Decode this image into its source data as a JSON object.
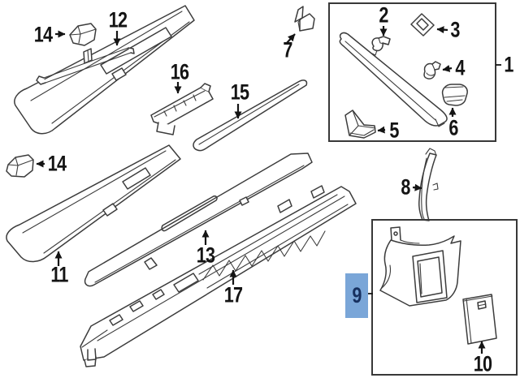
{
  "figure": {
    "kind": "exploded-parts-diagram",
    "background": "#ffffff",
    "line_color": "#3c3c3c",
    "label_color": "#141414",
    "box_color": "#383838",
    "highlight": {
      "fill": "#7aa6d8",
      "text_color": "#17305f"
    }
  },
  "callouts": [
    {
      "text": "14",
      "selected": false
    },
    {
      "text": "12",
      "selected": false
    },
    {
      "text": "16",
      "selected": false
    },
    {
      "text": "15",
      "selected": false
    },
    {
      "text": "7",
      "selected": false
    },
    {
      "text": "2",
      "selected": false
    },
    {
      "text": "3",
      "selected": false
    },
    {
      "text": "1",
      "selected": false
    },
    {
      "text": "4",
      "selected": false
    },
    {
      "text": "6",
      "selected": false
    },
    {
      "text": "5",
      "selected": false
    },
    {
      "text": "14",
      "selected": false
    },
    {
      "text": "8",
      "selected": false
    },
    {
      "text": "11",
      "selected": false
    },
    {
      "text": "13",
      "selected": false
    },
    {
      "text": "17",
      "selected": false
    },
    {
      "text": "9",
      "selected": true
    },
    {
      "text": "10",
      "selected": false
    }
  ]
}
